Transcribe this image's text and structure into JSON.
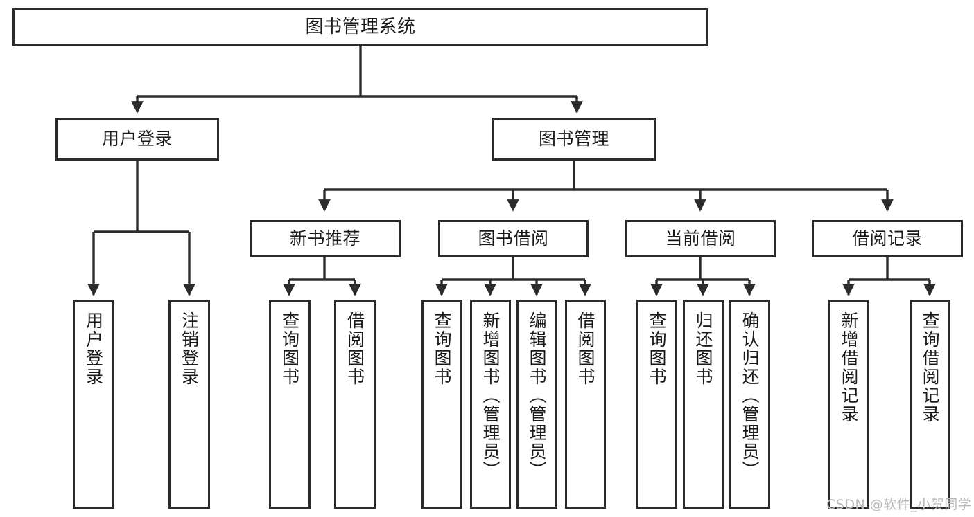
{
  "diagram": {
    "title": "图书管理系统",
    "type": "hierarchy-tree",
    "watermark": "CSDN @软件_小贺同学",
    "colors": {
      "stroke": "#2b2b2b",
      "fill": "#ffffff",
      "text": "#1a1a1a",
      "watermark": "#b9b9b9"
    },
    "nodes": {
      "root": {
        "label": "图书管理系统"
      },
      "level2": [
        {
          "label": "用户登录"
        },
        {
          "label": "图书管理"
        }
      ],
      "level3": [
        {
          "label": "新书推荐"
        },
        {
          "label": "图书借阅"
        },
        {
          "label": "当前借阅"
        },
        {
          "label": "借阅记录"
        }
      ],
      "leaves_user_login": [
        {
          "label": "用户登录"
        },
        {
          "label": "注销登录"
        }
      ],
      "leaves_new_books": [
        {
          "label": "查询图书"
        },
        {
          "label": "借阅图书"
        }
      ],
      "leaves_borrow": [
        {
          "label": "查询图书"
        },
        {
          "label": "新增图书（管理员）"
        },
        {
          "label": "编辑图书（管理员）"
        },
        {
          "label": "借阅图书"
        }
      ],
      "leaves_current": [
        {
          "label": "查询图书"
        },
        {
          "label": "归还图书"
        },
        {
          "label": "确认归还（管理员）"
        }
      ],
      "leaves_records": [
        {
          "label": "新增借阅记录"
        },
        {
          "label": "查询借阅记录"
        }
      ]
    }
  }
}
